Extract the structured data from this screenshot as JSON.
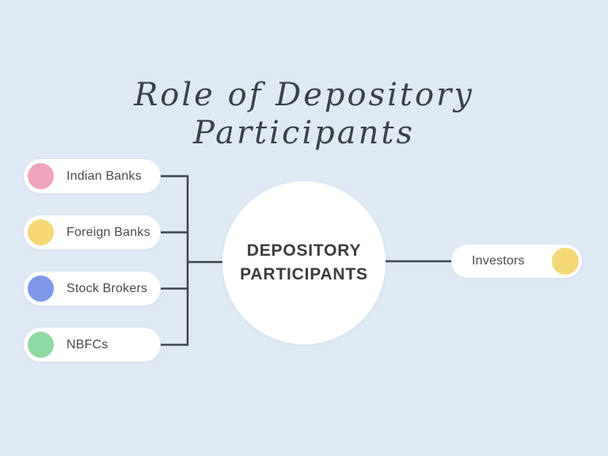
{
  "title": {
    "line1": "Role of Depository",
    "line2": "Participants"
  },
  "center_node": {
    "line1": "DEPOSITORY",
    "line2": "PARTICIPANTS"
  },
  "left_nodes": [
    {
      "label": "Indian Banks",
      "dot_color": "#f0a3bc",
      "dot_name": "pink-dot"
    },
    {
      "label": "Foreign Banks",
      "dot_color": "#f6d977",
      "dot_name": "yellow-dot"
    },
    {
      "label": "Stock Brokers",
      "dot_color": "#7e97e8",
      "dot_name": "blue-dot"
    },
    {
      "label": "NBFCs",
      "dot_color": "#8fd9a3",
      "dot_name": "green-dot"
    }
  ],
  "right_nodes": [
    {
      "label": "Investors",
      "dot_color": "#f6d977",
      "dot_name": "yellow-dot"
    }
  ],
  "colors": {
    "background": "#dee9f4",
    "node_background": "#ffffff",
    "connector": "#3e454c",
    "title_text": "#39414b",
    "node_text": "#4a4a4a",
    "center_text": "#3b3b3b"
  }
}
